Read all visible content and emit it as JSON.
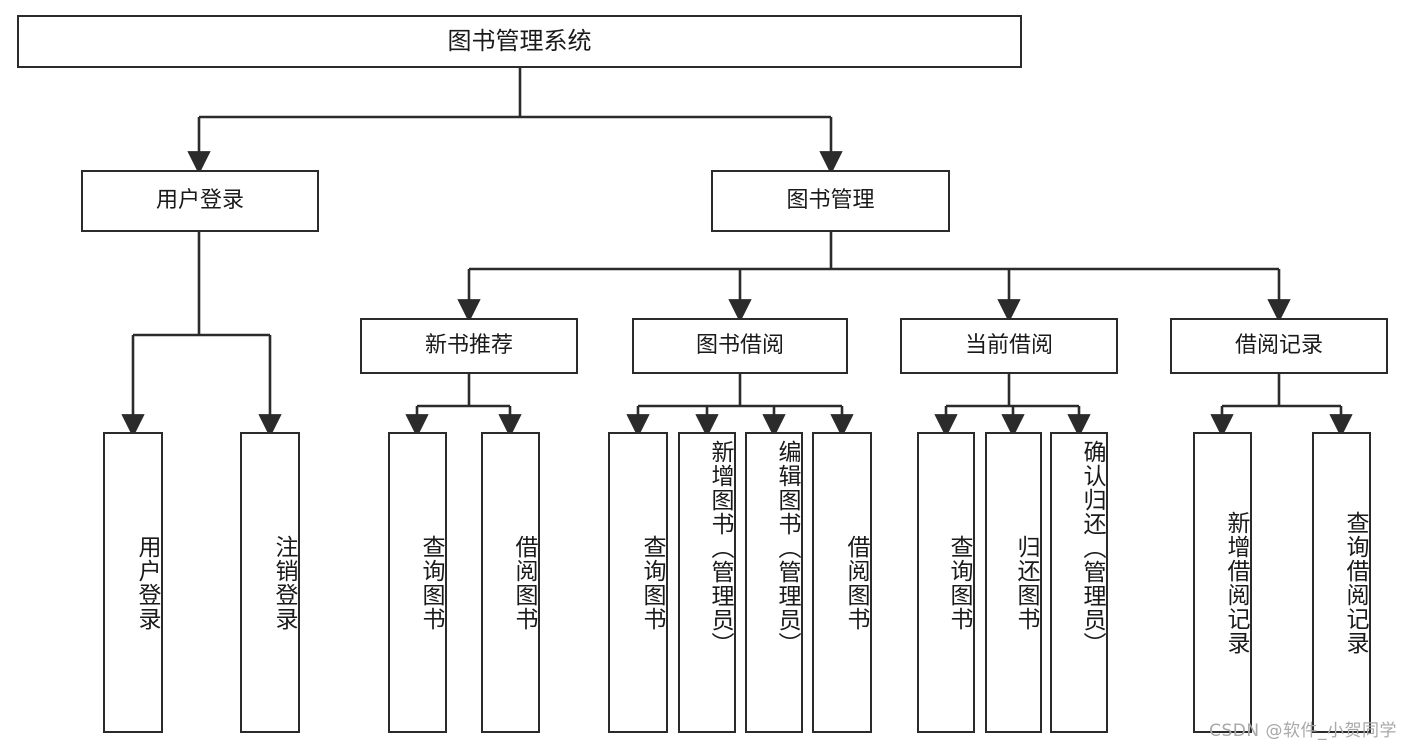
{
  "diagram": {
    "title": "图书管理系统",
    "watermark": "CSDN @软件_小贺同学",
    "background_color": "#ffffff",
    "line_color": "#2b2b2b",
    "text_color": "#1a1a1a",
    "watermark_color": "#a8a8a8"
  },
  "root": {
    "label": "图书管理系统"
  },
  "level2": [
    {
      "label": "用户登录"
    },
    {
      "label": "图书管理"
    }
  ],
  "level3": [
    {
      "label": "新书推荐"
    },
    {
      "label": "图书借阅"
    },
    {
      "label": "当前借阅"
    },
    {
      "label": "借阅记录"
    }
  ],
  "leaves": {
    "user_login": [
      {
        "label": "用户登录"
      },
      {
        "label": "注销登录"
      }
    ],
    "new_book_recommend": [
      {
        "label": "查询图书"
      },
      {
        "label": "借阅图书"
      }
    ],
    "book_borrow": [
      {
        "label": "查询图书"
      },
      {
        "label": "新增图书（管理员）"
      },
      {
        "label": "编辑图书（管理员）"
      },
      {
        "label": "借阅图书"
      }
    ],
    "current_borrow": [
      {
        "label": "查询图书"
      },
      {
        "label": "归还图书"
      },
      {
        "label": "确认归还（管理员）"
      }
    ],
    "borrow_records": [
      {
        "label": "新增借阅记录"
      },
      {
        "label": "查询借阅记录"
      }
    ]
  }
}
